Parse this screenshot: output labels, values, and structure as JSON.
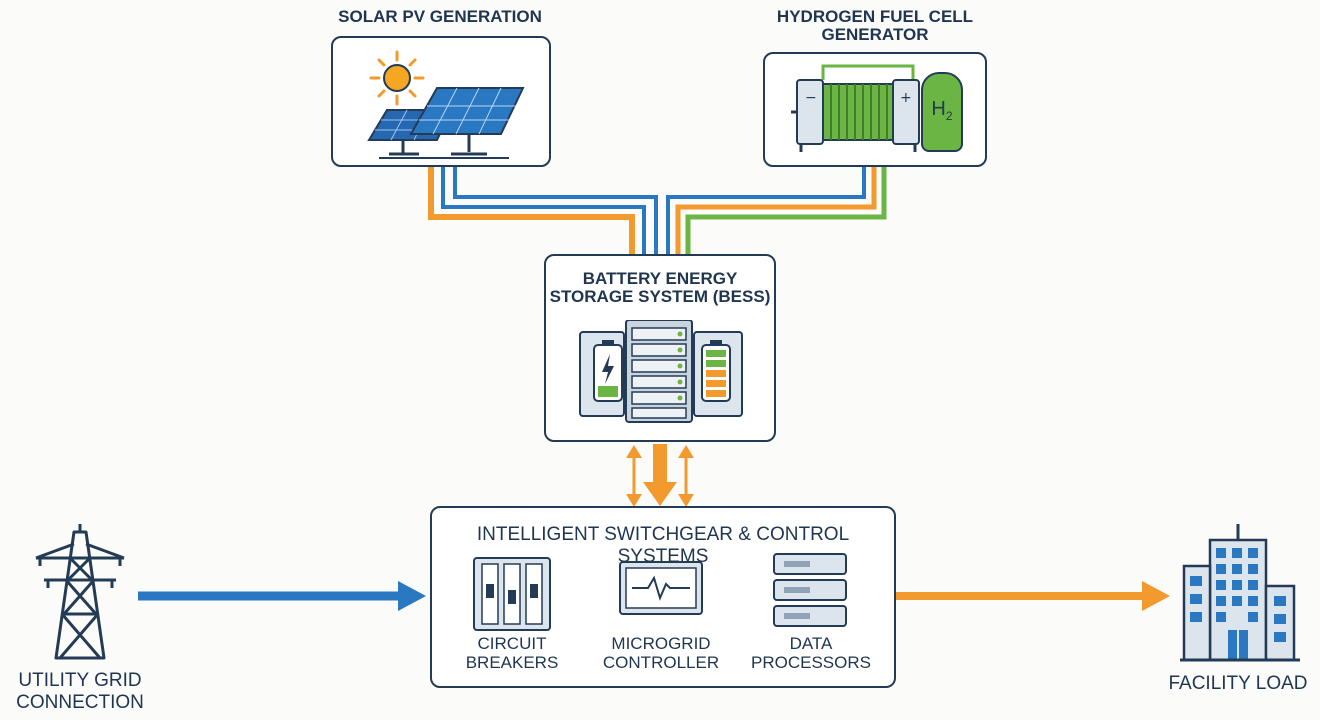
{
  "solar": {
    "title": "SOLAR PV GENERATION"
  },
  "hydrogen": {
    "title_line1": "HYDROGEN FUEL CELL",
    "title_line2": "GENERATOR",
    "symbol": "H",
    "symbol_sub": "2"
  },
  "bess": {
    "title_line1": "BATTERY ENERGY",
    "title_line2": "STORAGE SYSTEM (BESS)"
  },
  "switchgear": {
    "title": "INTELLIGENT SWITCHGEAR & CONTROL SYSTEMS",
    "items": [
      {
        "line1": "CIRCUIT",
        "line2": "BREAKERS"
      },
      {
        "line1": "MICROGRID",
        "line2": "CONTROLLER"
      },
      {
        "line1": "DATA",
        "line2": "PROCESSORS"
      }
    ]
  },
  "grid": {
    "line1": "UTILITY GRID",
    "line2": "CONNECTION"
  },
  "facility": {
    "label": "FACILITY LOAD"
  },
  "colors": {
    "orange": "#f29a2e",
    "blue": "#2a78c2",
    "green": "#6ab544",
    "navy": "#243b55"
  },
  "icons": [
    "sun-icon",
    "solar-panel-icon",
    "fuel-cell-icon",
    "hydrogen-tank-icon",
    "battery-icon",
    "server-rack-icon",
    "circuit-breaker-icon",
    "monitor-icon",
    "data-server-icon",
    "transmission-tower-icon",
    "building-icon"
  ]
}
